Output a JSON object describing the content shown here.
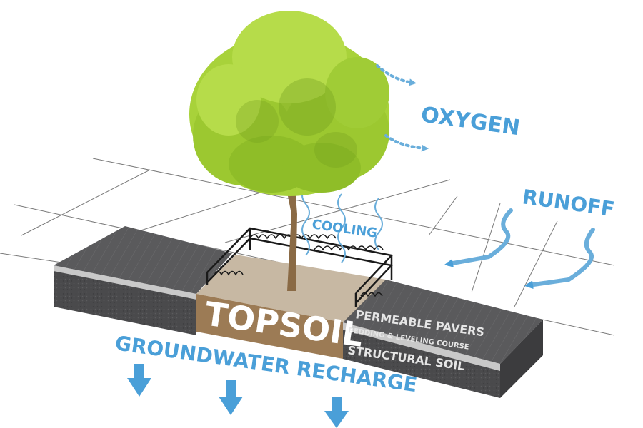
{
  "labels": {
    "oxygen": "OXYGEN",
    "runoff": "RUNOFF",
    "cooling": "COOLING",
    "topsoil": "TOPSOIL",
    "permeable_pavers": "PERMEABLE PAVERS",
    "bedding": "BEDDING & LEVELING COURSE",
    "structural_soil": "STRUCTURAL SOIL",
    "groundwater": "GROUNDWATER RECHARGE"
  },
  "colors": {
    "label_blue": "#4a9fd8",
    "arrow_blue": "#6aaedb",
    "paver_top": "#5a5a5c",
    "paver_side": "#4a4a4c",
    "topsoil_surface": "#c7b8a3",
    "topsoil_side": "#9c7b55",
    "foliage_light": "#a8d23a",
    "foliage_dark": "#6f9a1e",
    "trunk": "#8a6a45",
    "fence": "#1a1a1a"
  },
  "icons": {
    "oxygen_arrows": "dotted-right-arrow",
    "runoff_arrows": "wavy-down-arrow",
    "cooling_waves": "heat-wave",
    "recharge_arrows": "down-arrow"
  }
}
